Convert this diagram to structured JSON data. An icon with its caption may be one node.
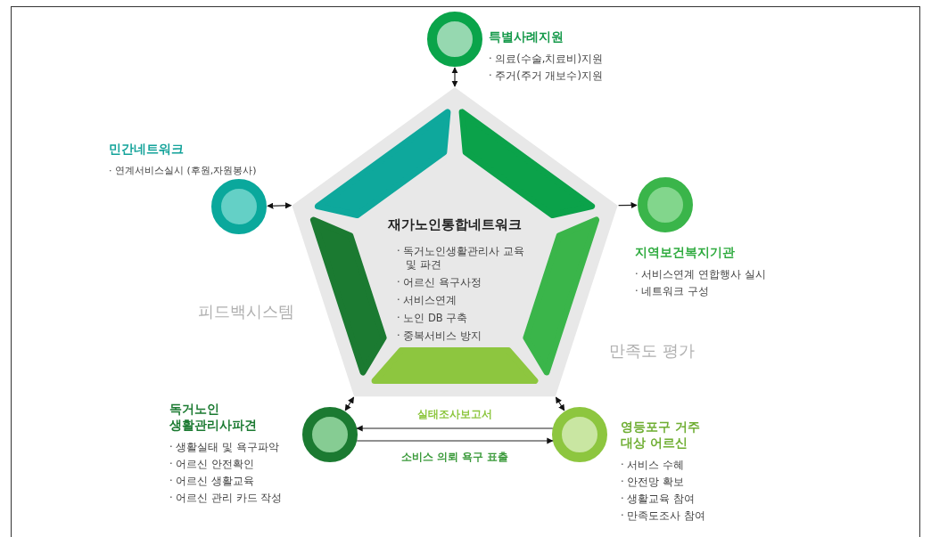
{
  "diagram": {
    "nodes": [
      {
        "text": [],
        "shape": "circle",
        "beside": [
          "특별사례지원",
          "· 의료(수술,치료비)지원",
          "· 주거(주거 개보수)지원"
        ]
      },
      {
        "text": [],
        "shape": "circle",
        "beside": [
          "민간네트워크",
          "· 연계서비스실시 (후원,자원봉사)"
        ]
      },
      {
        "text": [
          "재가노인통합네트워크",
          "· 독거노인생활관리사 교육 및 파견",
          "· 어르신 욕구사정",
          "· 서비스연계",
          "· 노인 DB 구축",
          "· 중복서비스 방지"
        ]
      },
      {
        "text": [],
        "shape": "circle",
        "beside": [
          "지역보건복지기관",
          "· 서비스연계 연합행사 실시",
          "· 네트워크 구성"
        ]
      },
      {
        "text": [],
        "shape": "circle",
        "beside": [
          "독거노인 생활관리사파견",
          "· 생활실태 및 욕구파악",
          "· 어르신 안전확인",
          "· 어르신 생활교육",
          "· 어르신 관리 카드 작성"
        ]
      },
      {
        "text": [],
        "shape": "circle",
        "beside": [
          "영등포구 거주 대상 어르신",
          "· 서비스 수혜",
          "· 안전망 확보",
          "· 생활교육 참여",
          "· 만족도조사 참여"
        ]
      }
    ],
    "edges": [
      {
        "from": 2,
        "to": 0,
        "arrow": "both"
      },
      {
        "from": 2,
        "to": 1,
        "arrow": "both"
      },
      {
        "from": 2,
        "to": 3,
        "arrow": "to"
      },
      {
        "from": 2,
        "to": 4,
        "arrow": "both"
      },
      {
        "from": 2,
        "to": 5,
        "arrow": "both"
      },
      {
        "from": 5,
        "to": 4,
        "arrow": "to",
        "label": "실태조사보고서"
      },
      {
        "from": 4,
        "to": 5,
        "arrow": "to",
        "label": "소비스 의뢰 욕구 표출"
      }
    ],
    "labels": [
      "피드백시스템",
      "만족도 평가"
    ]
  }
}
